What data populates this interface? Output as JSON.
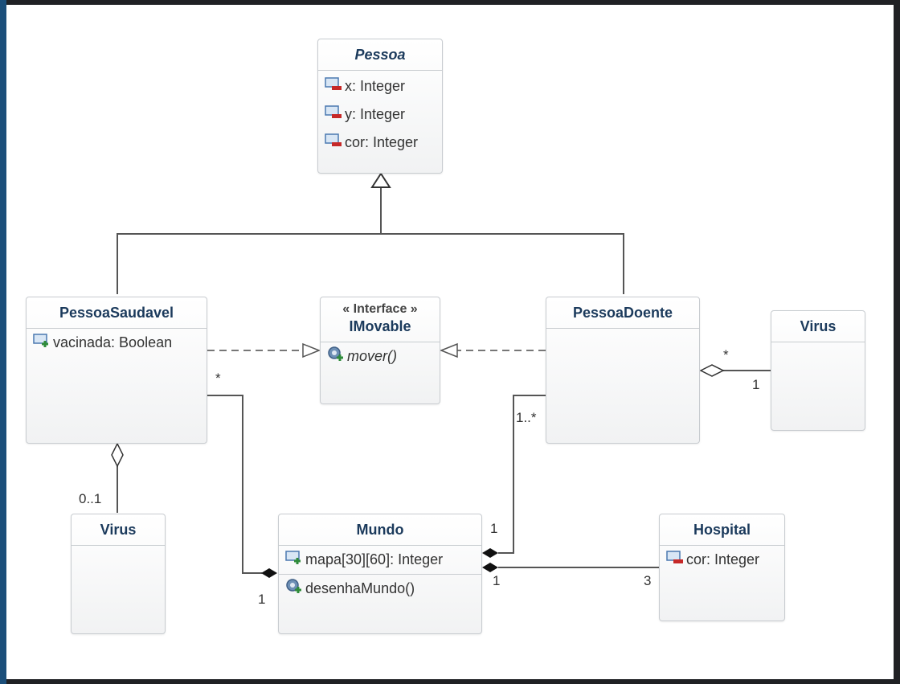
{
  "diagram": {
    "pessoa": {
      "name": "Pessoa",
      "attributes": [
        {
          "text": "x: Integer",
          "icon": "private-field-icon"
        },
        {
          "text": "y: Integer",
          "icon": "private-field-icon"
        },
        {
          "text": "cor: Integer",
          "icon": "private-field-icon"
        }
      ]
    },
    "pessoa_saudavel": {
      "name": "PessoaSaudavel",
      "attributes": [
        {
          "text": "vacinada: Boolean",
          "icon": "public-field-icon"
        }
      ]
    },
    "imovable": {
      "stereotype": "« Interface »",
      "name": "IMovable",
      "operations": [
        {
          "text": "mover()",
          "icon": "public-method-icon"
        }
      ]
    },
    "pessoa_doente": {
      "name": "PessoaDoente"
    },
    "virus_right": {
      "name": "Virus"
    },
    "virus_left": {
      "name": "Virus"
    },
    "mundo": {
      "name": "Mundo",
      "attributes": [
        {
          "text": "mapa[30][60]: Integer",
          "icon": "public-field-icon"
        }
      ],
      "operations": [
        {
          "text": "desenhaMundo()",
          "icon": "public-method-icon"
        }
      ]
    },
    "hospital": {
      "name": "Hospital",
      "attributes": [
        {
          "text": "cor: Integer",
          "icon": "private-field-icon"
        }
      ]
    },
    "multiplicities": {
      "saudavel_to_mundo_near_saudavel": "*",
      "saudavel_to_mundo_near_mundo": "1",
      "doente_to_mundo_near_doente": "1..*",
      "doente_to_mundo_near_mundo": "1",
      "hospital_to_mundo_near_mundo": "1",
      "hospital_to_mundo_near_hospital": "3",
      "doente_virus_near_doente": "*",
      "doente_virus_near_virus": "1",
      "saudavel_virus_near_virus": "0..1"
    },
    "colors": {
      "class_title": "#1b3a5c",
      "border": "#c8ccd0",
      "line": "#555555",
      "frame": "#202124",
      "left_stripe": "#1b4f7a"
    }
  }
}
